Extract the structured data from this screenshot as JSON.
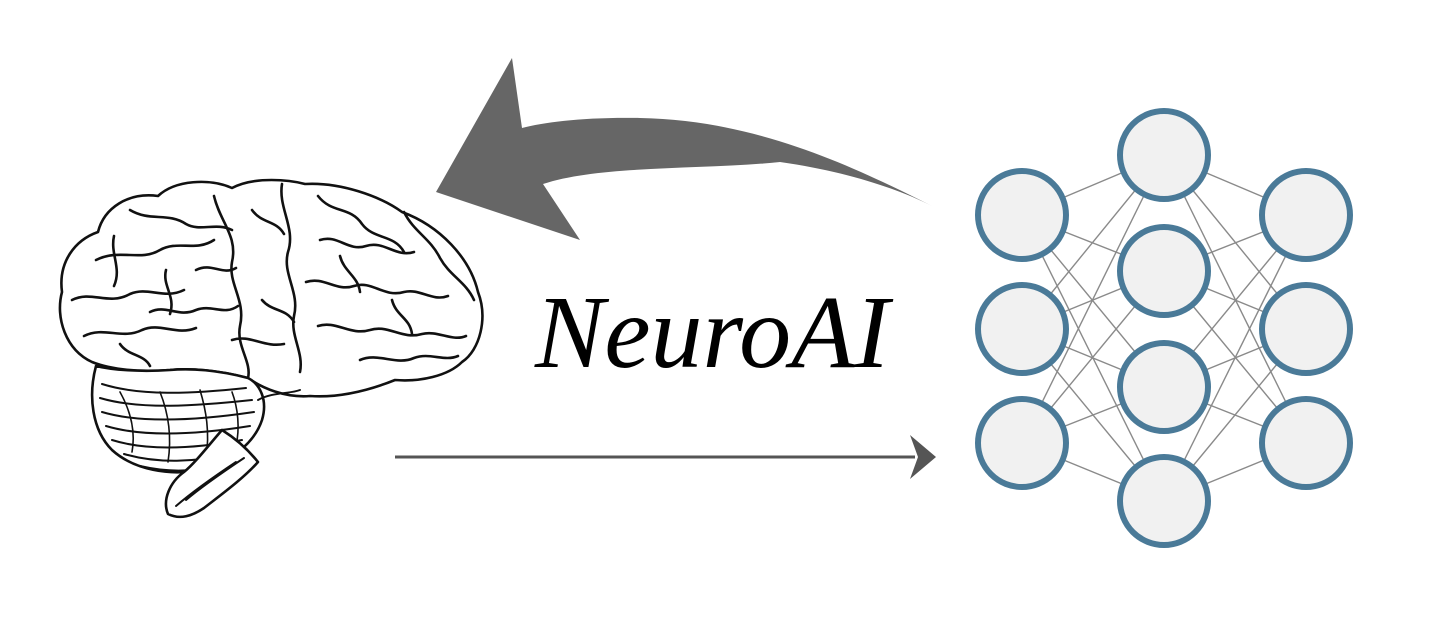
{
  "title": "NeuroAI",
  "colors": {
    "background": "#ffffff",
    "arrow": "#666666",
    "node_fill": "#f1f1f1",
    "node_stroke": "#4a7a98",
    "edge": "#8a8a8a",
    "brain_ink": "#111111"
  },
  "network": {
    "layers": [
      3,
      4,
      3
    ],
    "fully_connected": true
  },
  "icons": {
    "brain": "brain-icon",
    "network": "neural-network-icon",
    "upper_arrow": "curved-arrow-left-icon",
    "lower_arrow": "arrow-right-icon"
  }
}
